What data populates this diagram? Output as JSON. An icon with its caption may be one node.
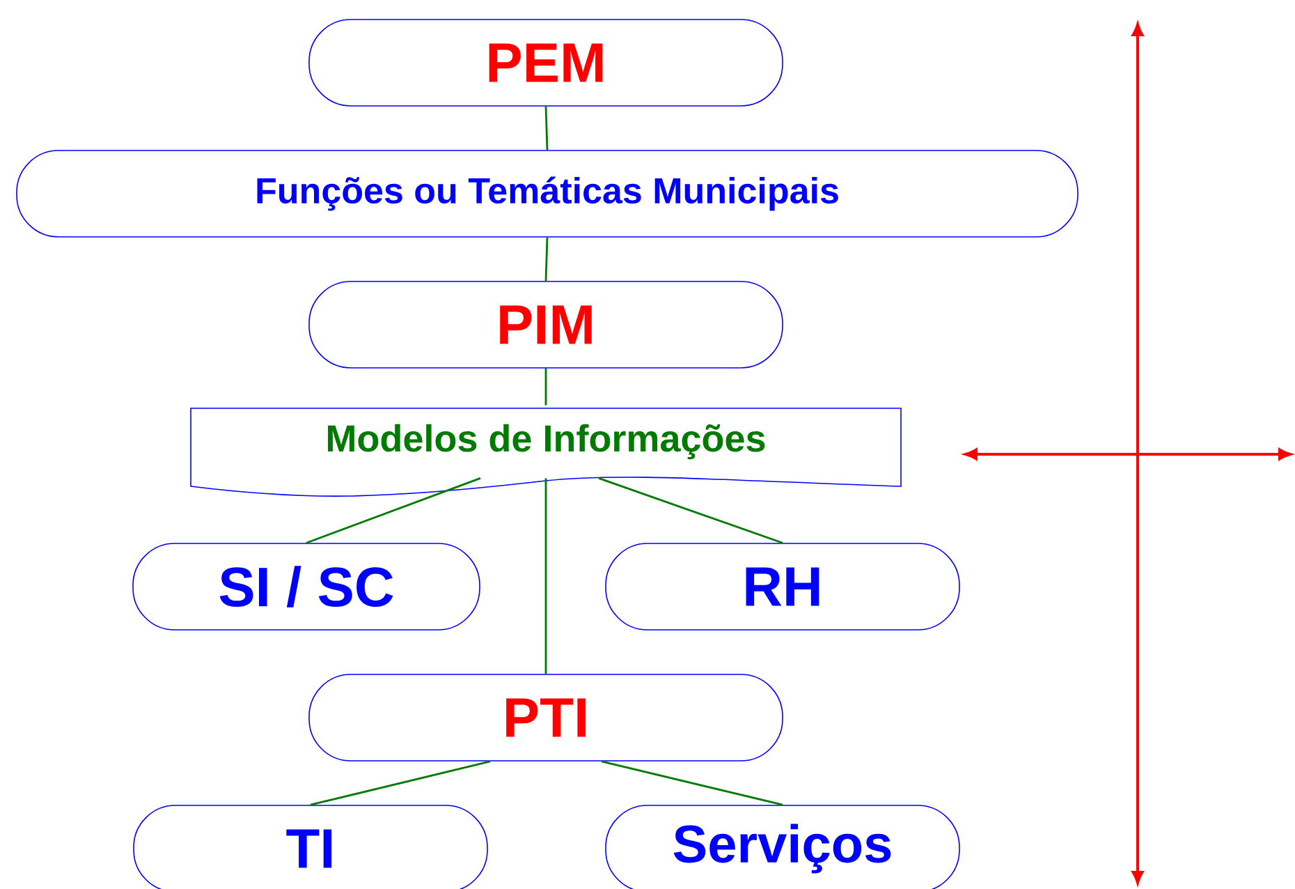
{
  "diagram": {
    "nodes": [
      {
        "text": [
          "PEM"
        ]
      },
      {
        "text": [
          "Funções ou Temáticas Municipais"
        ]
      },
      {
        "text": [
          "PIM"
        ]
      },
      {
        "text": [
          "Modelos de Informações"
        ]
      },
      {
        "text": [
          "SI / SC"
        ]
      },
      {
        "text": [
          "RH"
        ]
      },
      {
        "text": [
          "PTI"
        ]
      },
      {
        "text": [
          "TI"
        ]
      },
      {
        "text": [
          "Serviços"
        ]
      }
    ],
    "edges": [
      {
        "from": 0,
        "to": 1,
        "arrow": "none"
      },
      {
        "from": 1,
        "to": 2,
        "arrow": "none"
      },
      {
        "from": 2,
        "to": 3,
        "arrow": "none"
      },
      {
        "from": 3,
        "to": 4,
        "arrow": "none"
      },
      {
        "from": 3,
        "to": 5,
        "arrow": "none"
      },
      {
        "from": 3,
        "to": 6,
        "arrow": "none"
      },
      {
        "from": 6,
        "to": 7,
        "arrow": "none"
      },
      {
        "from": 6,
        "to": 8,
        "arrow": "none"
      }
    ]
  }
}
